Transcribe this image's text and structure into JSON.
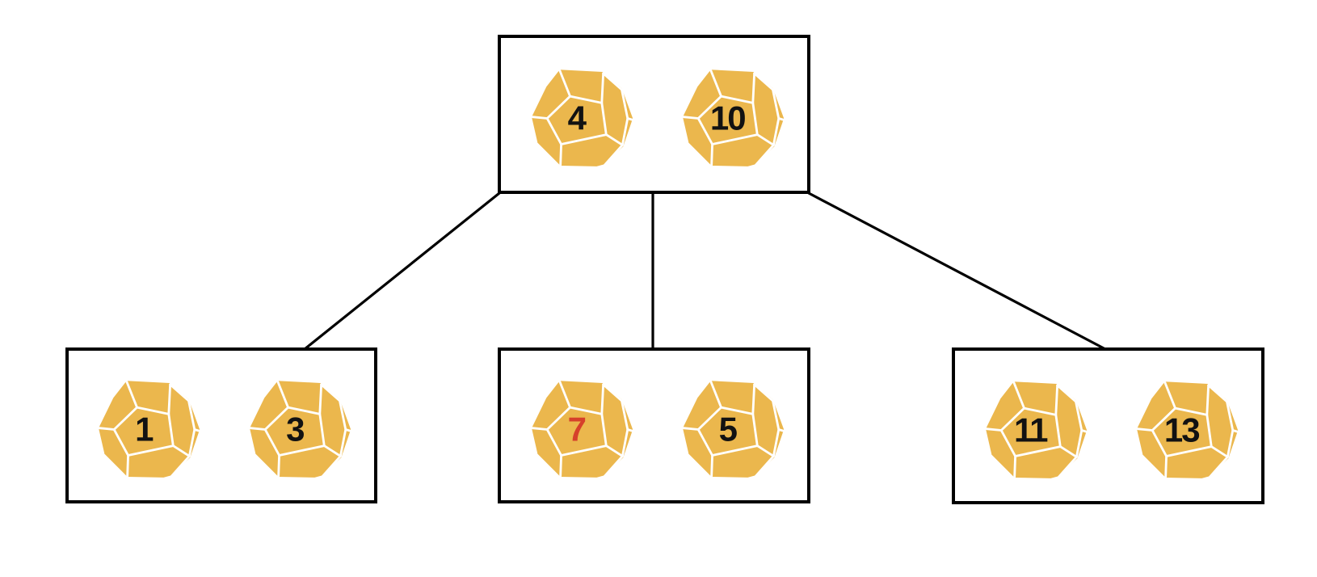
{
  "diagram": {
    "type": "tree",
    "description": "2-3 tree of dodecahedron dice",
    "colors": {
      "die_fill": "#EBB74D",
      "die_edge": "#FFFFFF",
      "number_color": "#121212",
      "number_highlight": "#D6402B",
      "box_border": "#000000",
      "line_color": "#000000",
      "background": "#FFFFFF"
    },
    "nodes": [
      {
        "id": "root",
        "values": [
          {
            "label": "4",
            "highlight": false
          },
          {
            "label": "10",
            "highlight": false
          }
        ]
      },
      {
        "id": "left-child",
        "values": [
          {
            "label": "1",
            "highlight": false
          },
          {
            "label": "3",
            "highlight": false
          }
        ]
      },
      {
        "id": "middle-child",
        "values": [
          {
            "label": "7",
            "highlight": true
          },
          {
            "label": "5",
            "highlight": false
          }
        ]
      },
      {
        "id": "right-child",
        "values": [
          {
            "label": "11",
            "highlight": false
          },
          {
            "label": "13",
            "highlight": false
          }
        ]
      }
    ],
    "edges": [
      {
        "from": "root",
        "to": "left-child"
      },
      {
        "from": "root",
        "to": "middle-child"
      },
      {
        "from": "root",
        "to": "right-child"
      }
    ]
  }
}
